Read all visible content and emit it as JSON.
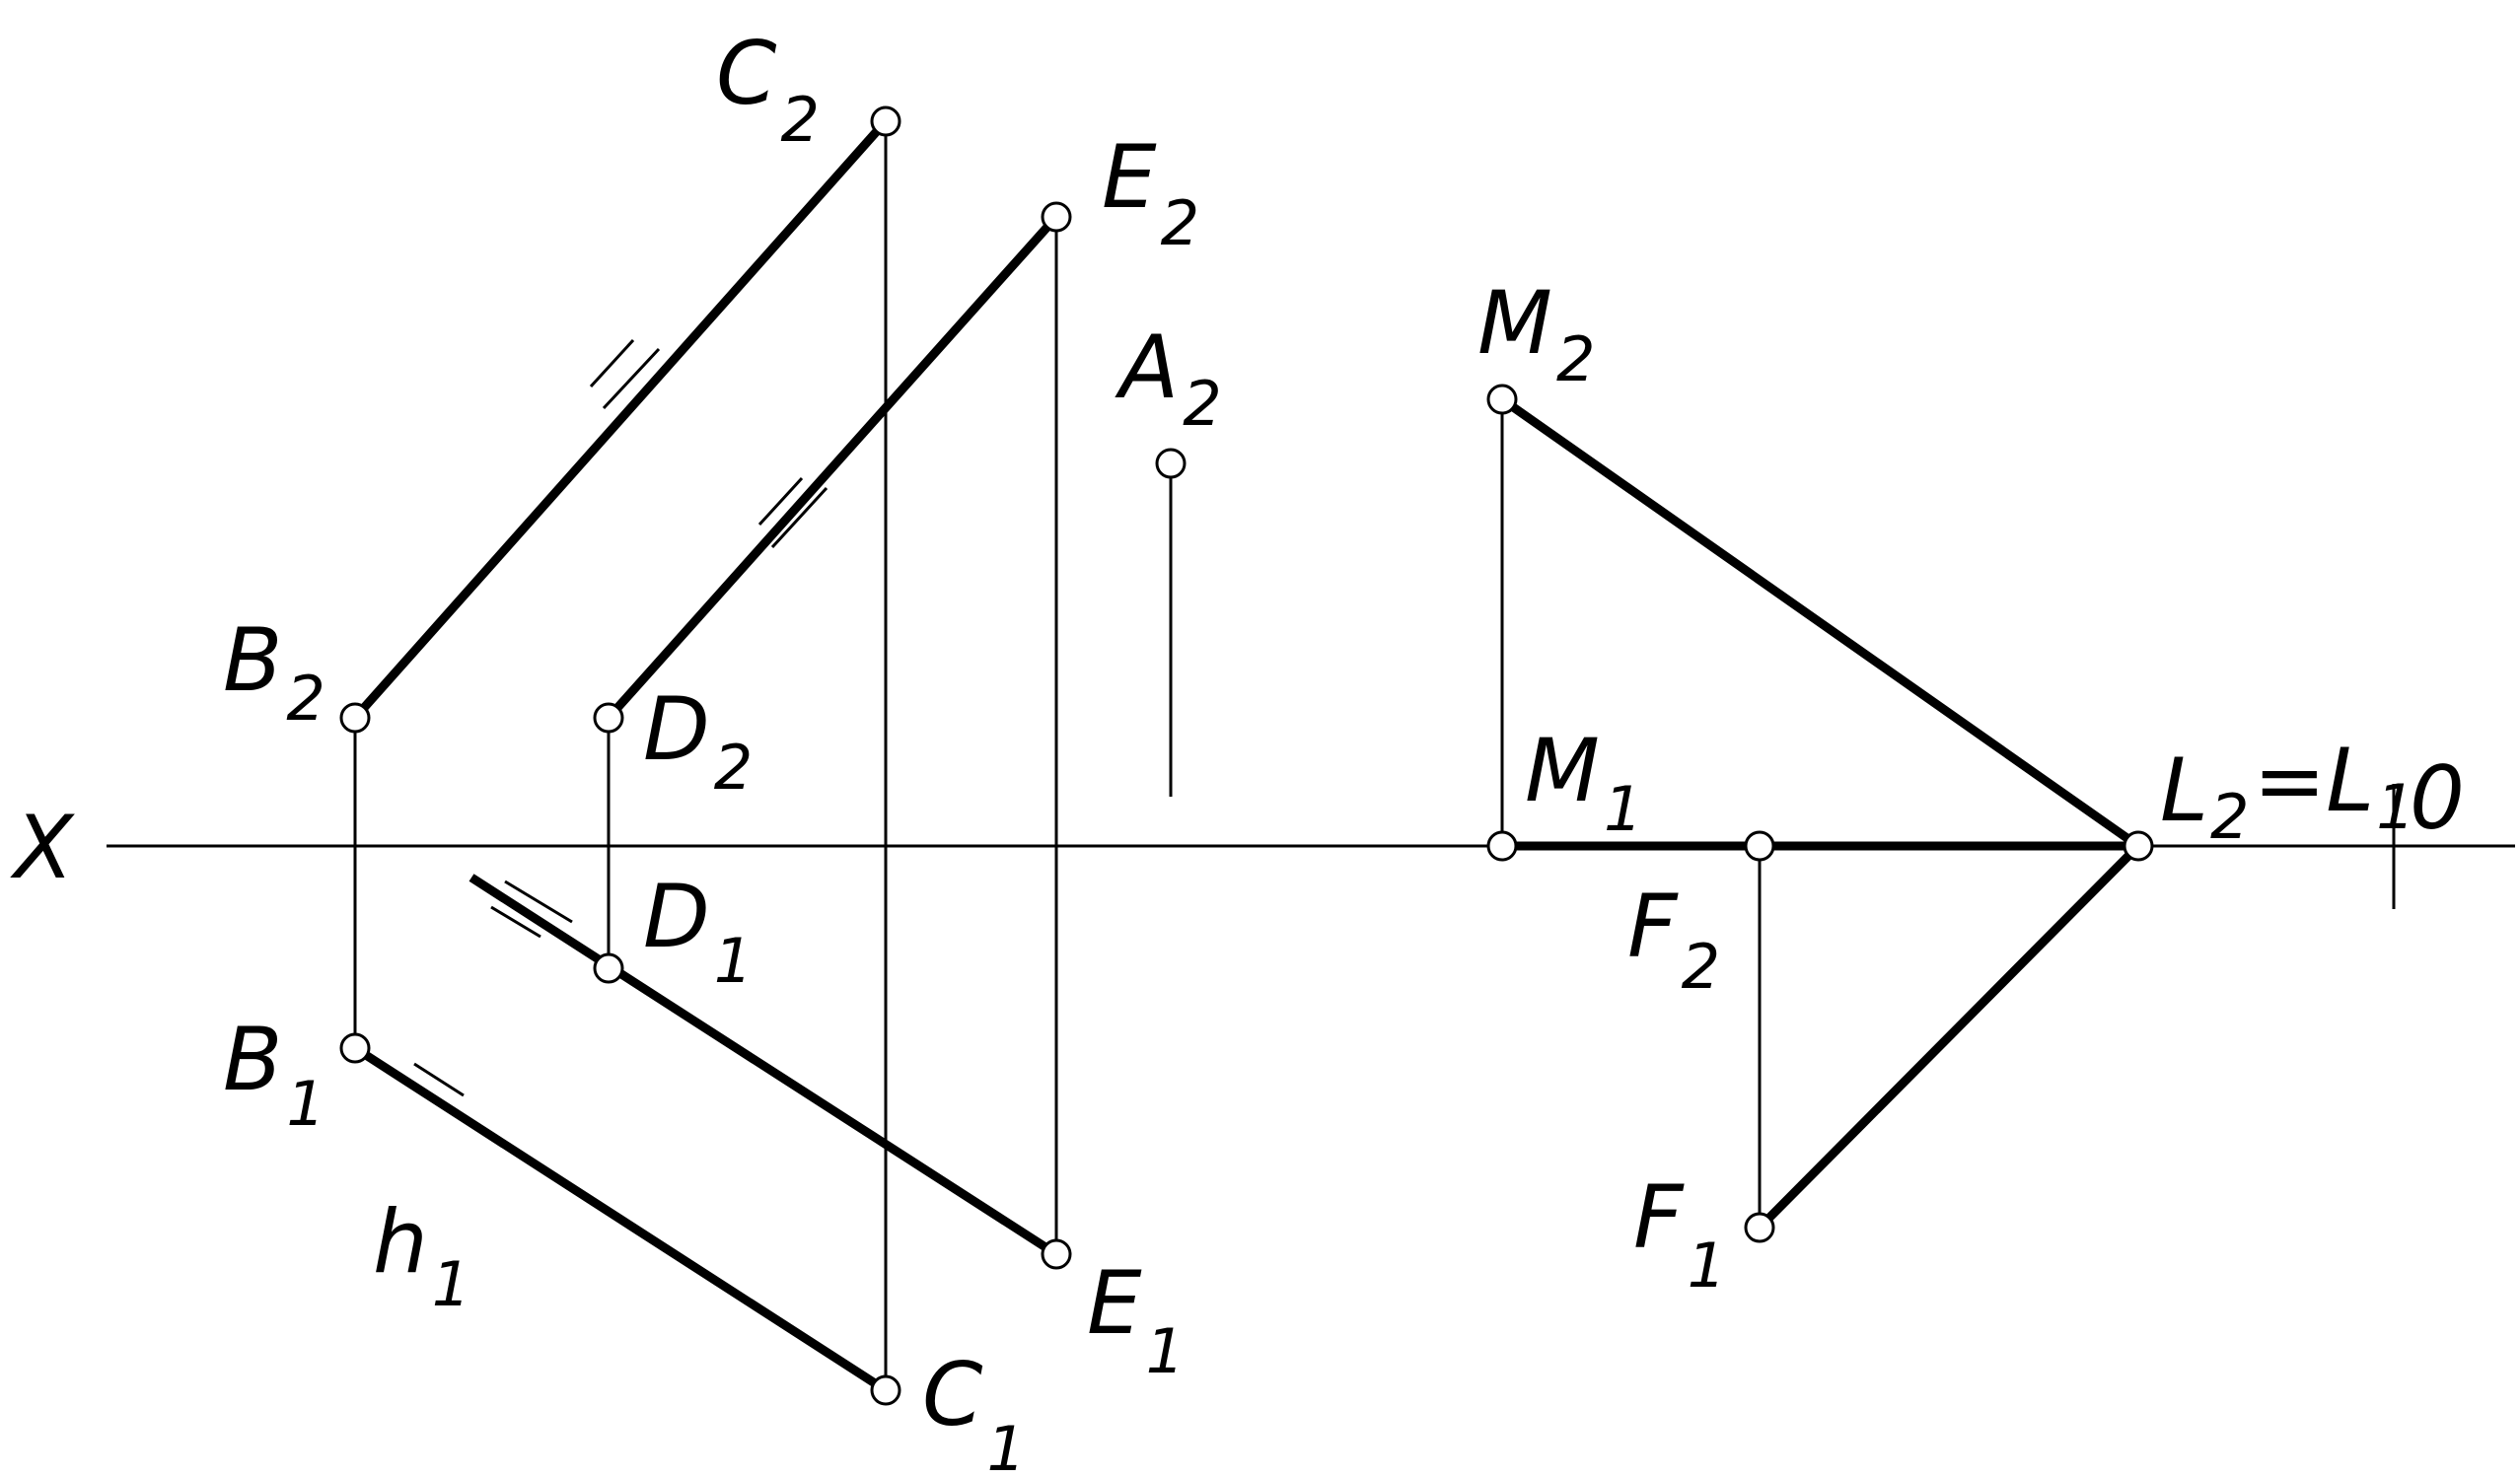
{
  "labels": {
    "x_axis": "X",
    "origin": "0",
    "A2": {
      "main": "A",
      "sub": "2"
    },
    "B2": {
      "main": "B",
      "sub": "2"
    },
    "B1": {
      "main": "B",
      "sub": "1"
    },
    "C2": {
      "main": "C",
      "sub": "2"
    },
    "C1": {
      "main": "C",
      "sub": "1"
    },
    "D2": {
      "main": "D",
      "sub": "2"
    },
    "D1": {
      "main": "D",
      "sub": "1"
    },
    "E2": {
      "main": "E",
      "sub": "2"
    },
    "E1": {
      "main": "E",
      "sub": "1"
    },
    "M2": {
      "main": "M",
      "sub": "2"
    },
    "M1": {
      "main": "M",
      "sub": "1"
    },
    "F2": {
      "main": "F",
      "sub": "2"
    },
    "F1": {
      "main": "F",
      "sub": "1"
    },
    "L": {
      "main1": "L",
      "sub1": "2",
      "eq": "=",
      "main2": "L",
      "sub2": "1"
    },
    "h1": {
      "main": "h",
      "sub": "1"
    }
  },
  "colors": {
    "ink": "#000000",
    "paper": "#ffffff"
  }
}
